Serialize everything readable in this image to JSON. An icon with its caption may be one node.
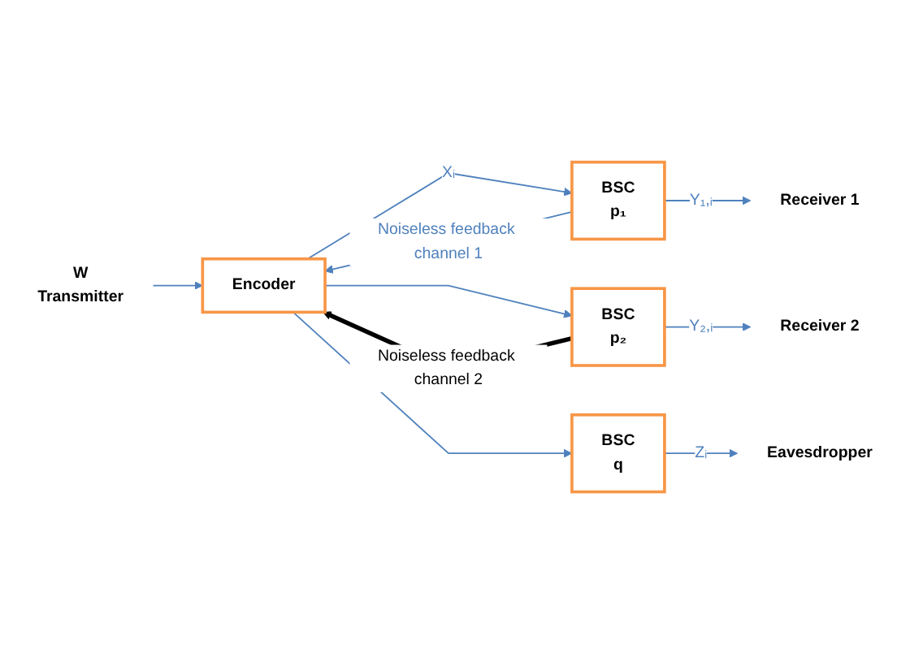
{
  "diagram": {
    "nodes": [
      {
        "text": [
          "W",
          "Transmitter"
        ]
      },
      {
        "text": [
          "Encoder"
        ]
      },
      {
        "text": [
          "BSC",
          "p₁"
        ]
      },
      {
        "text": [
          "BSC",
          "p₂"
        ]
      },
      {
        "text": [
          "BSC",
          "q"
        ]
      },
      {
        "text": [
          "Receiver 1"
        ]
      },
      {
        "text": [
          "Receiver 2"
        ]
      },
      {
        "text": [
          "Eavesdropper"
        ]
      }
    ],
    "edges": [
      {
        "from": 0,
        "to": 1,
        "arrow": "to"
      },
      {
        "from": 1,
        "to": 2,
        "arrow": "to",
        "label": "Xᵢ"
      },
      {
        "from": 1,
        "to": 3,
        "arrow": "to"
      },
      {
        "from": 1,
        "to": 4,
        "arrow": "to"
      },
      {
        "from": 2,
        "to": 5,
        "arrow": "to",
        "label": "Y₁,ᵢ"
      },
      {
        "from": 3,
        "to": 6,
        "arrow": "to",
        "label": "Y₂,ᵢ"
      },
      {
        "from": 4,
        "to": 7,
        "arrow": "to",
        "label": "Zᵢ"
      },
      {
        "from": 2,
        "to": 1,
        "arrow": "to",
        "label": "Noiseless feedback channel 1"
      },
      {
        "from": 3,
        "to": 1,
        "arrow": "to",
        "label": "Noiseless feedback channel 2",
        "style": "thick",
        "color": "#000000"
      }
    ]
  }
}
